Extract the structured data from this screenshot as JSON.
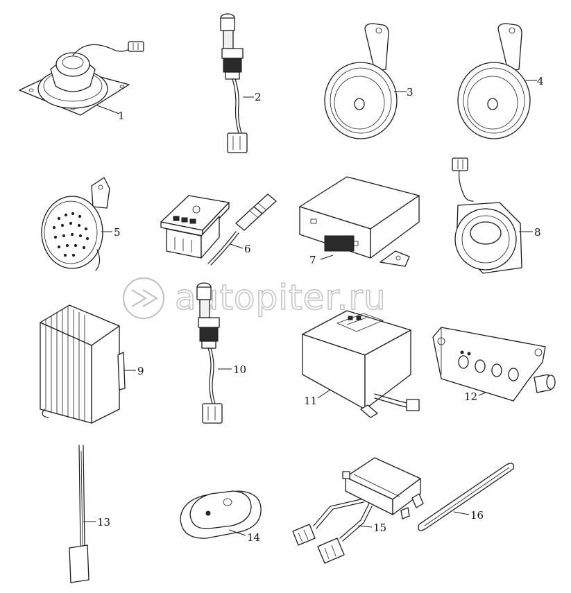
{
  "watermark": {
    "text": "autopiter.ru"
  },
  "callouts": [
    "1",
    "2",
    "3",
    "4",
    "5",
    "6",
    "7",
    "8",
    "9",
    "10",
    "11",
    "12",
    "13",
    "14",
    "15",
    "16"
  ]
}
